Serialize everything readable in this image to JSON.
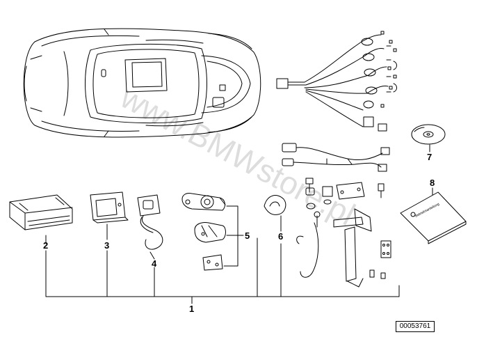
{
  "diagram": {
    "labels": {
      "item_1": "1",
      "item_2": "2",
      "item_3": "3",
      "item_4": "4",
      "item_5": "5",
      "item_6": "6",
      "item_7": "7",
      "item_8": "8"
    },
    "manual_title": "Betriebsanleitung",
    "watermark": "www.BMWstore.pl",
    "reference_code": "00053761"
  }
}
